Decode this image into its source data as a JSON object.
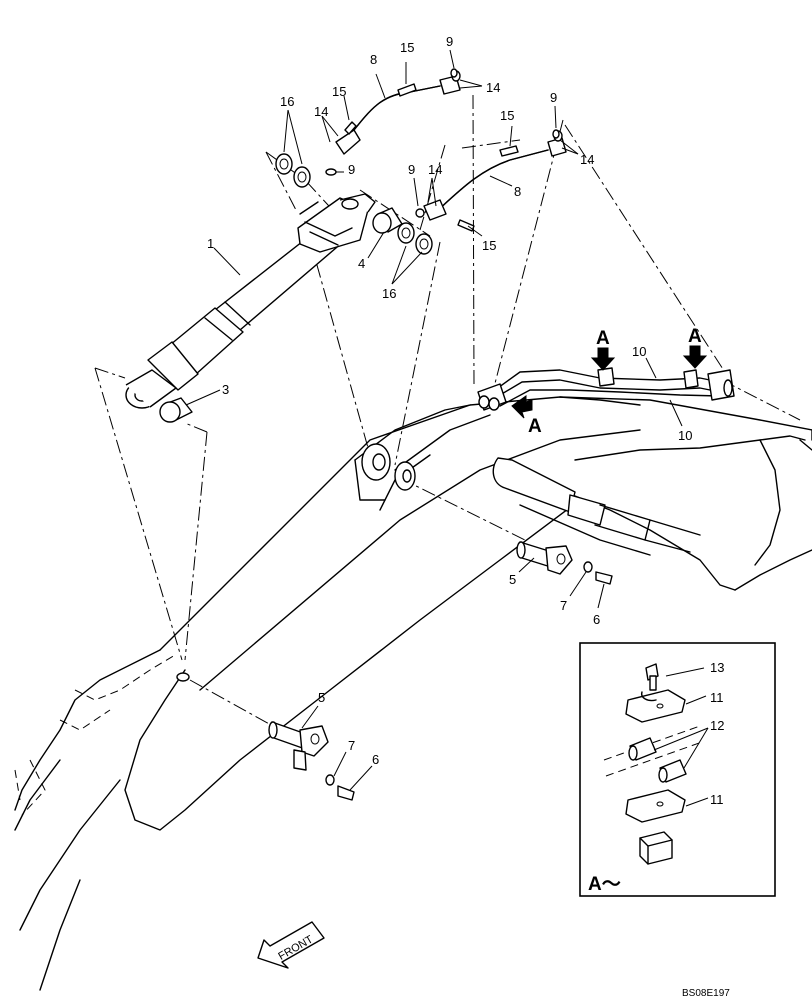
{
  "labels": {
    "p1": "1",
    "p3": "3",
    "p4": "4",
    "p5a": "5",
    "p5b": "5",
    "p6a": "6",
    "p6b": "6",
    "p7a": "7",
    "p7b": "7",
    "p8a": "8",
    "p8b": "8",
    "p9a": "9",
    "p9b": "9",
    "p9c": "9",
    "p9d": "9",
    "p10a": "10",
    "p10b": "10",
    "p11a": "11",
    "p11b": "11",
    "p12": "12",
    "p13": "13",
    "p14a": "14",
    "p14b": "14",
    "p14c": "14",
    "p14d": "14",
    "p15a": "15",
    "p15b": "15",
    "p15c": "15",
    "p15d": "15",
    "p16a": "16",
    "p16b": "16"
  },
  "view_markers": {
    "a1": "A",
    "a2": "A",
    "a3": "A"
  },
  "inset_title": "A～",
  "front_arrow": "FRONT",
  "drawing_code": "BS08E197"
}
